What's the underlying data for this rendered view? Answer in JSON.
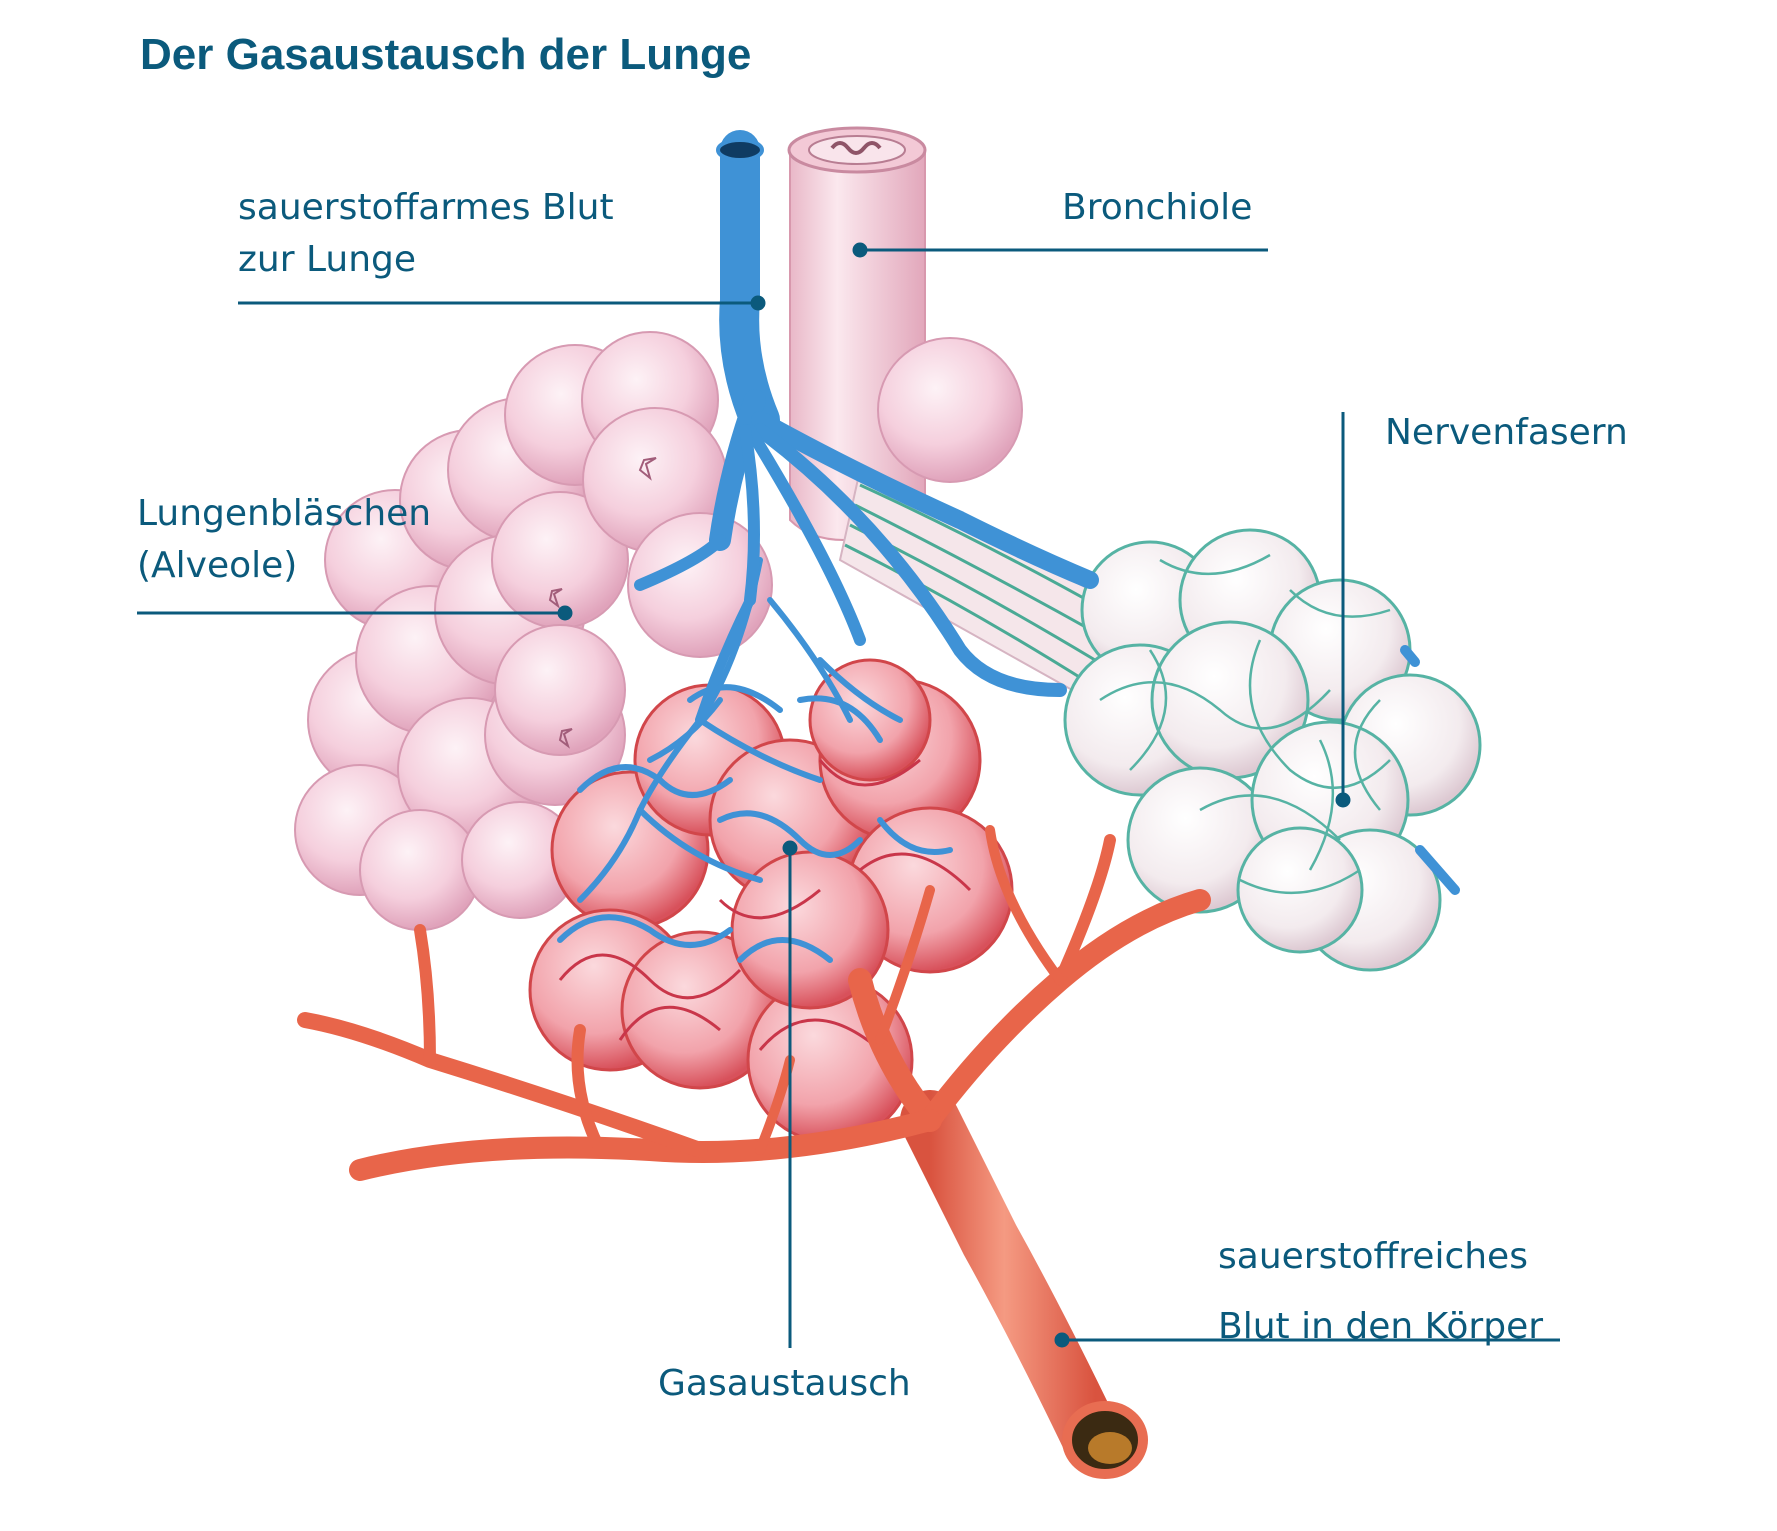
{
  "title": "Der Gasaustausch der Lunge",
  "colors": {
    "title": "#0b5a7c",
    "label": "#0b5a7c",
    "leader": "#0b5a7c",
    "alveoli_pink": "#f6d3e0",
    "alveoli_shadow": "#e3a9c0",
    "vein_blue": "#3f92d6",
    "artery_red": "#e8654a",
    "nerve_green": "#2fa39b",
    "bronchiole": "#f7dbe4"
  },
  "labels": {
    "deoxygenated_line1": "sauerstoffarmes Blut",
    "deoxygenated_line2": "zur Lunge",
    "bronchiole": "Bronchiole",
    "alveoli_line1": "Lungenbläschen",
    "alveoli_line2": "(Alveole)",
    "nerve_fibers": "Nervenfasern",
    "oxygenated_line1": "sauerstoffreiches",
    "oxygenated_line2": "Blut in den Körper",
    "gas_exchange": "Gasaustausch"
  }
}
